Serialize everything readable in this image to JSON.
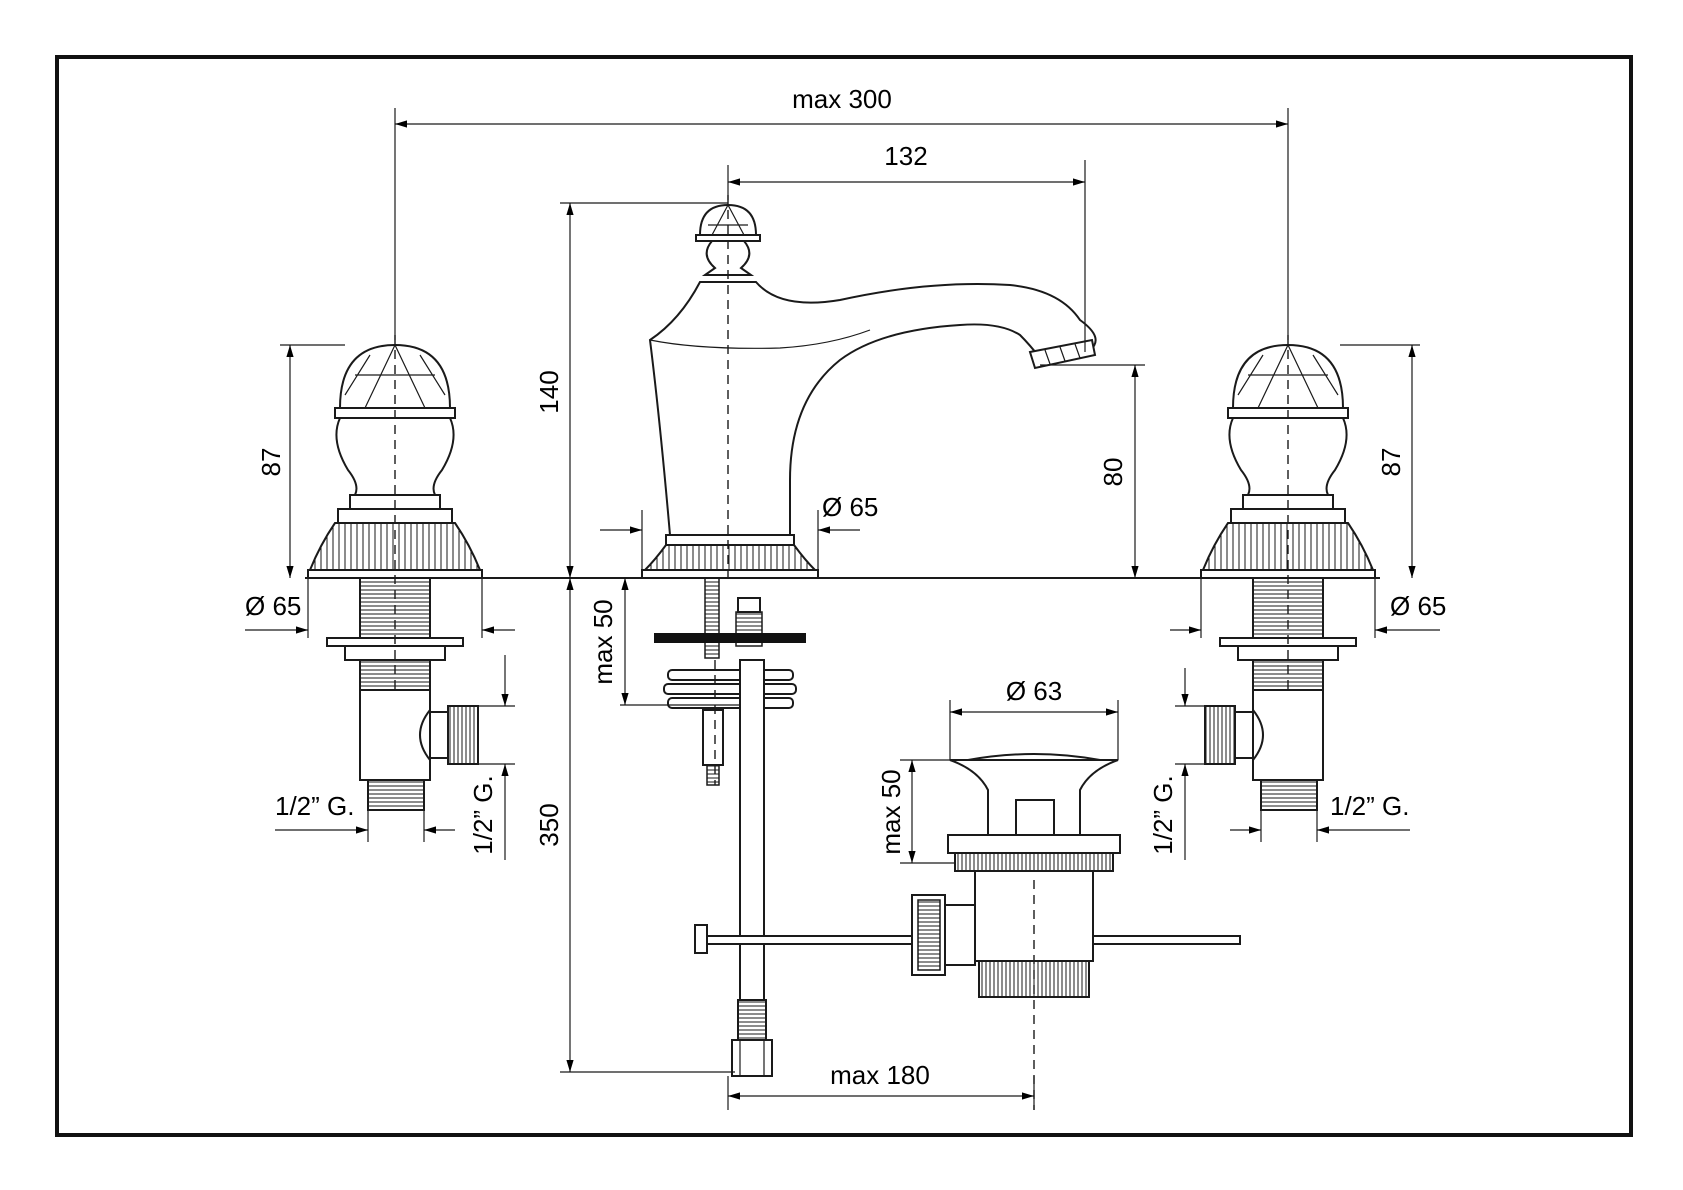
{
  "dimensions": {
    "max_300": "max 300",
    "d132": "132",
    "d140": "140",
    "d87_left": "87",
    "d87_right": "87",
    "d80": "80",
    "dia65_spout": "Ø 65",
    "dia65_left": "Ø 65",
    "dia65_right": "Ø 65",
    "max50_top": "max 50",
    "dia63": "Ø 63",
    "max50_waste": "max 50",
    "d350": "350",
    "max_180": "max 180",
    "half_g_left_h": "1/2” G.",
    "half_g_left_v": "1/2” G.",
    "half_g_right_v": "1/2” G.",
    "half_g_right_h": "1/2” G."
  },
  "colors": {
    "line": "#1a1a1a",
    "background": "#ffffff"
  }
}
